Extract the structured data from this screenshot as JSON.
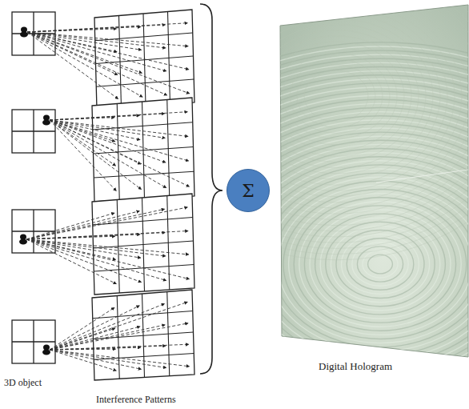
{
  "diagram": {
    "nodes": [
      {
        "text": [
          "Σ"
        ]
      }
    ],
    "labels": [
      "3D object",
      "Interference Patterns",
      "Digital Hologram"
    ]
  }
}
